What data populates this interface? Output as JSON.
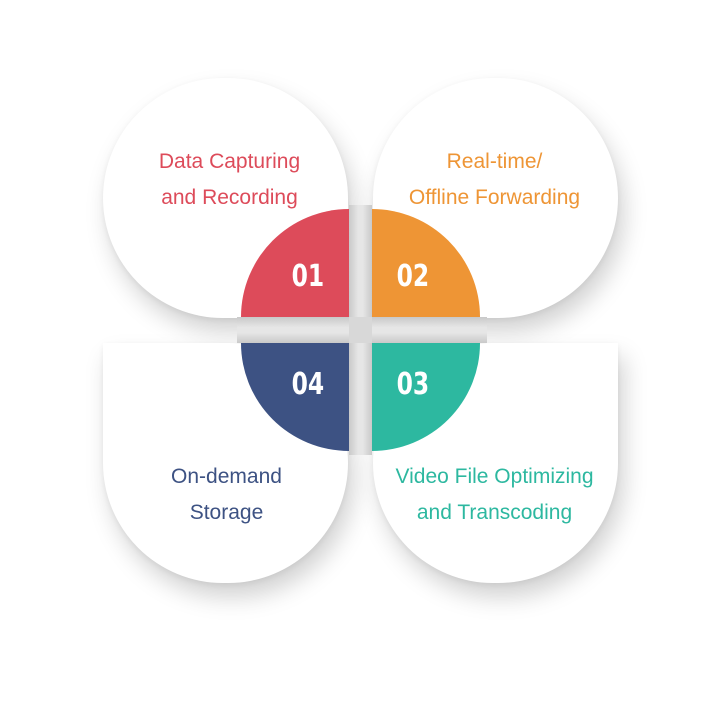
{
  "steps": [
    {
      "number": "01",
      "label": "Data Capturing\nand Recording",
      "color": "#dd4b5a"
    },
    {
      "number": "02",
      "label": "Real-time/\nOffline Forwarding",
      "color": "#ee9535"
    },
    {
      "number": "03",
      "label": "Video File Optimizing\nand Transcoding",
      "color": "#2db8a0"
    },
    {
      "number": "04",
      "label": "On-demand\nStorage",
      "color": "#3d5283"
    }
  ]
}
